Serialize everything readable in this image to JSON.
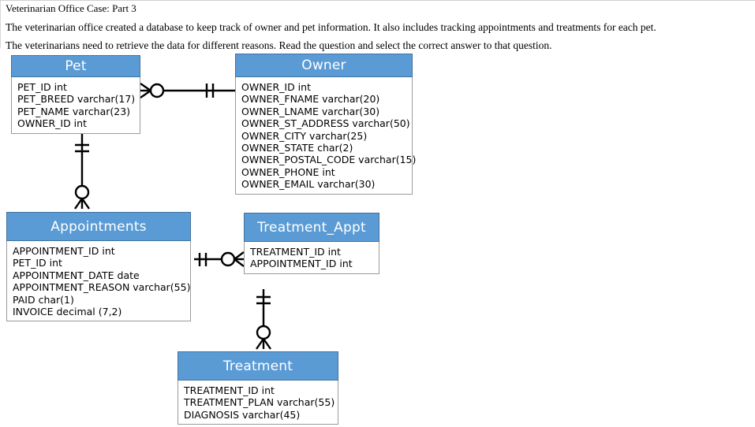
{
  "page": {
    "title": "Veterinarian Office Case: Part 3",
    "paragraphs": [
      "The veterinarian office created a database to keep track of owner and pet information. It also includes tracking appointments and treatments for each pet.",
      "The veterinarians need to retrieve the data for different reasons. Read the question and select the correct answer to that question."
    ]
  },
  "colors": {
    "header_fill": "#5B9BD5",
    "header_border": "#41719C",
    "header_text": "#FFFFFF",
    "body_border": "#9A9A9A",
    "body_fill": "#FFFFFF",
    "connector": "#000000",
    "text": "#000000"
  },
  "diagram": {
    "type": "entity-relationship-diagram",
    "notation": "crow's foot",
    "entities": [
      {
        "id": "pet",
        "name": "Pet",
        "attributes": [
          "PET_ID int",
          "PET_BREED varchar(17)",
          "PET_NAME varchar(23)",
          "OWNER_ID int"
        ]
      },
      {
        "id": "owner",
        "name": "Owner",
        "attributes": [
          "OWNER_ID int",
          "OWNER_FNAME varchar(20)",
          "OWNER_LNAME varchar(30)",
          "OWNER_ST_ADDRESS varchar(50)",
          "OWNER_CITY varchar(25)",
          "OWNER_STATE char(2)",
          "OWNER_POSTAL_CODE varchar(15)",
          "OWNER_PHONE int",
          "OWNER_EMAIL varchar(30)"
        ]
      },
      {
        "id": "appointments",
        "name": "Appointments",
        "attributes": [
          "APPOINTMENT_ID int",
          "PET_ID int",
          "APPOINTMENT_DATE date",
          "APPOINTMENT_REASON varchar(55)",
          "PAID char(1)",
          "INVOICE decimal (7,2)"
        ]
      },
      {
        "id": "treatment_appt",
        "name": "Treatment_Appt",
        "attributes": [
          "TREATMENT_ID int",
          "APPOINTMENT_ID int"
        ]
      },
      {
        "id": "treatment",
        "name": "Treatment",
        "attributes": [
          "TREATMENT_ID int",
          "TREATMENT_PLAN varchar(55)",
          "DIAGNOSIS varchar(45)"
        ]
      }
    ],
    "relationships": [
      {
        "id": "pet-owner",
        "from": "pet",
        "to": "owner",
        "from_cardinality": "zero-or-many",
        "to_cardinality": "one-and-only-one",
        "orientation": "horizontal"
      },
      {
        "id": "pet-appointments",
        "from": "pet",
        "to": "appointments",
        "from_cardinality": "one-and-only-one",
        "to_cardinality": "zero-or-many",
        "orientation": "vertical"
      },
      {
        "id": "appointments-treatment-appt",
        "from": "appointments",
        "to": "treatment_appt",
        "from_cardinality": "one-and-only-one",
        "to_cardinality": "zero-or-many",
        "orientation": "horizontal"
      },
      {
        "id": "treatment-appt-treatment",
        "from": "treatment_appt",
        "to": "treatment",
        "from_cardinality": "one-and-only-one",
        "to_cardinality": "zero-or-many",
        "orientation": "vertical"
      }
    ]
  }
}
